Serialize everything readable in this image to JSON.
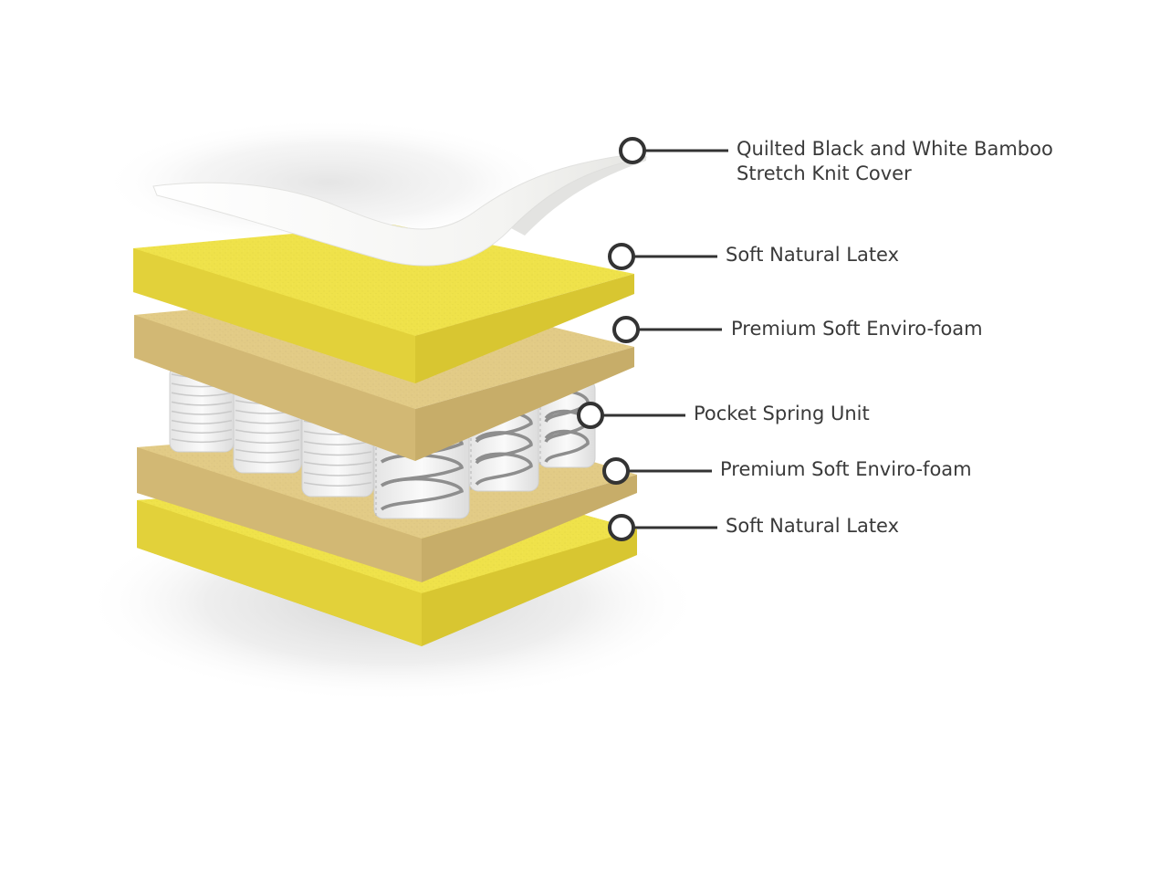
{
  "layers": [
    {
      "key": "cover",
      "lines": [
        "Quilted Black and White Bamboo",
        "Stretch Knit Cover"
      ]
    },
    {
      "key": "latex-top",
      "lines": [
        "Soft Natural Latex"
      ]
    },
    {
      "key": "foam-top",
      "lines": [
        "Premium Soft Enviro-foam"
      ]
    },
    {
      "key": "springs",
      "lines": [
        "Pocket Spring Unit"
      ]
    },
    {
      "key": "foam-bottom",
      "lines": [
        "Premium Soft Enviro-foam"
      ]
    },
    {
      "key": "latex-bottom",
      "lines": [
        "Soft Natural Latex"
      ]
    }
  ],
  "colors": {
    "latex_top": "#efe24a",
    "latex_side": "#e2d13a",
    "foam_top": "#e2cb86",
    "foam_side": "#d2b874",
    "cover": "#f7f7f5",
    "spring_sleeve": "#f2f2f2",
    "spring_coil": "#8e8e8e",
    "callout_stroke": "#333333",
    "text": "#3a3a3a"
  }
}
